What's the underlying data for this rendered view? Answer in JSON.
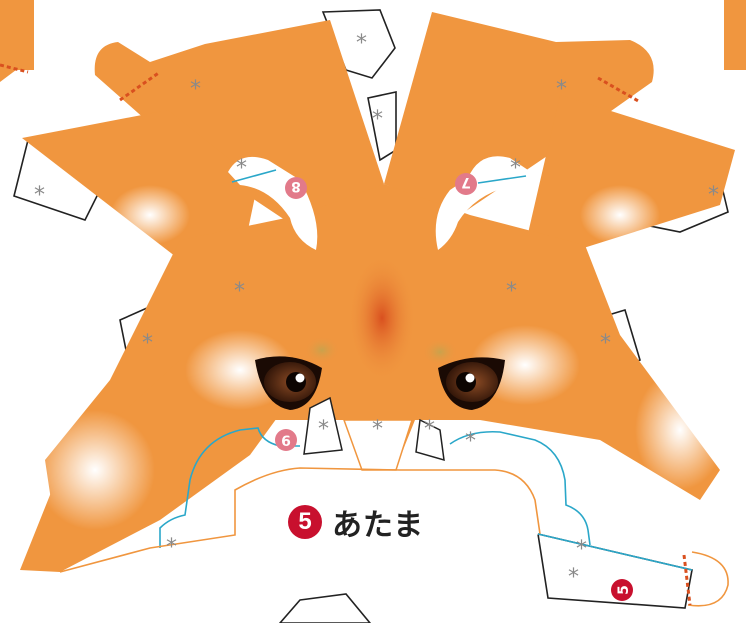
{
  "part": {
    "number": "5",
    "name": "あたま"
  },
  "glue_mark": "*",
  "small_badges": [
    "8",
    "7",
    "6",
    "5"
  ],
  "colors": {
    "fur": "#f0963f",
    "fur_dark": "#e2622a",
    "cheek_white": "#ffffff",
    "cut_line": "#222222",
    "fold_line_blue": "#2aa7c9",
    "fold_line_orange": "#f0963f",
    "badge_pink": "#e27a8a",
    "badge_red": "#c8102e",
    "eye_dark": "#3a1c0c"
  }
}
